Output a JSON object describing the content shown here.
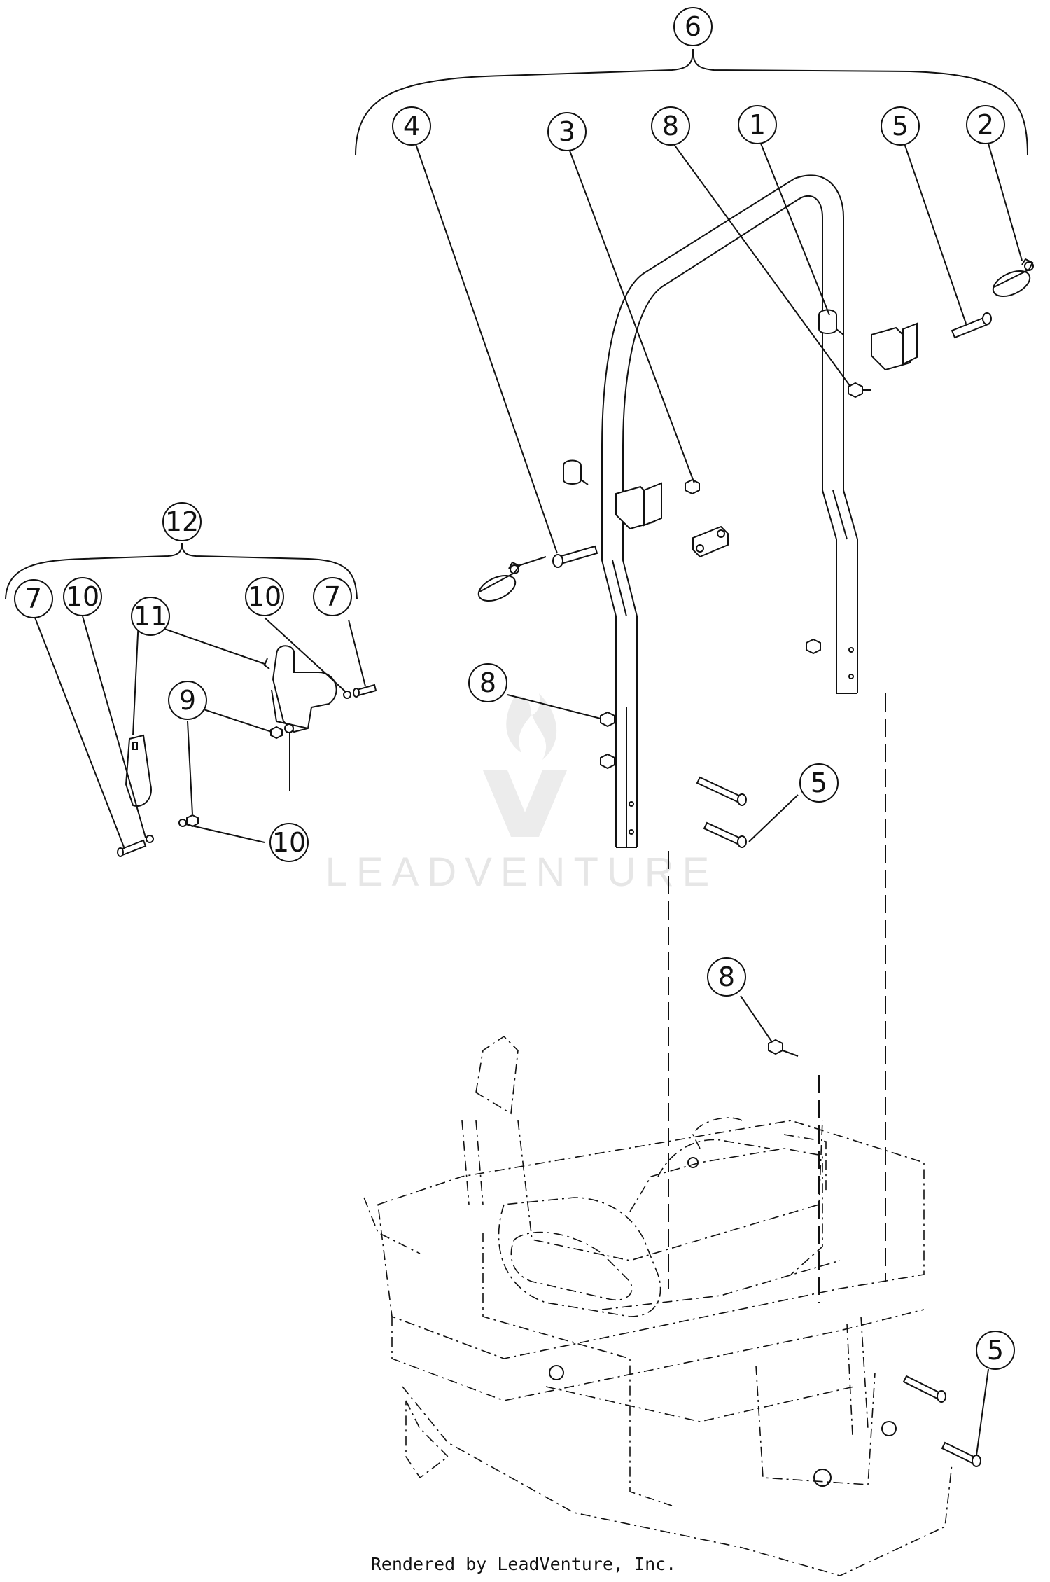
{
  "callouts": {
    "c6": "6",
    "c4": "4",
    "c3": "3",
    "c8_top": "8",
    "c1": "1",
    "c5_top": "5",
    "c2": "2",
    "c12": "12",
    "c7_left": "7",
    "c10_left": "10",
    "c11": "11",
    "c10_mid": "10",
    "c7_right": "7",
    "c9": "9",
    "c10_bottom": "10",
    "c8_mid": "8",
    "c5_mid": "5",
    "c8_low": "8",
    "c5_bottom": "5"
  },
  "watermark": "LEADVENTURE",
  "footer": "Rendered by LeadVenture, Inc."
}
